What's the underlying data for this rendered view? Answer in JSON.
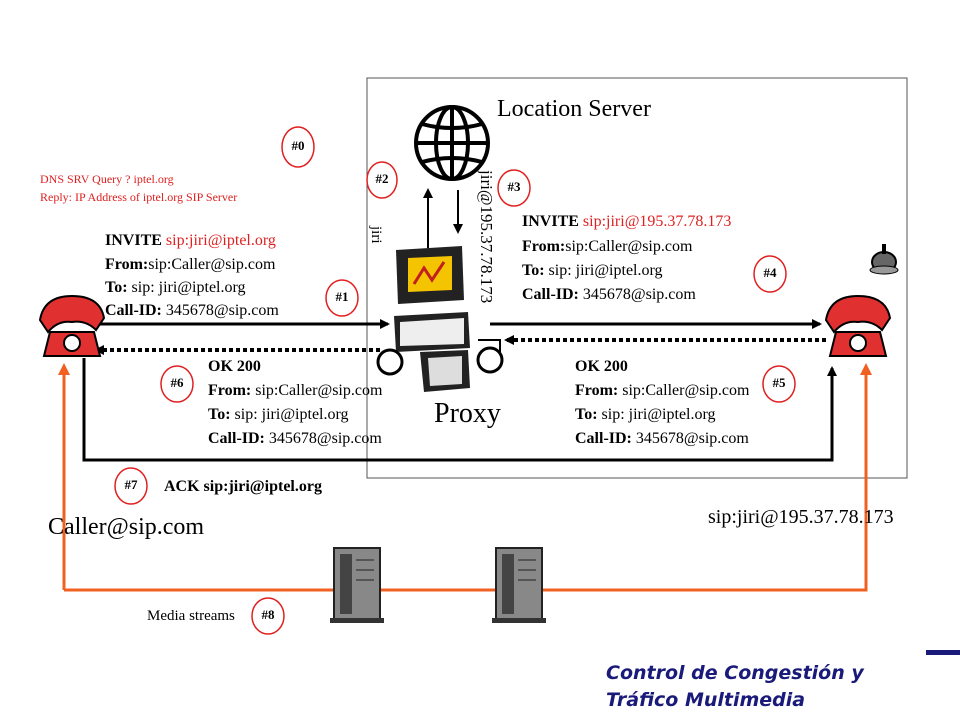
{
  "location_server_label": "Location Server",
  "proxy_label": "Proxy",
  "dns": {
    "query": "DNS SRV Query ? iptel.org",
    "reply": "Reply: IP Address of iptel.org SIP Server"
  },
  "vertical_labels": {
    "jiri": "jiri",
    "contact": "jiri@195.37.78.173"
  },
  "invite1": {
    "keyword": "INVITE",
    "uri": "sip:jiri@iptel.org",
    "from_key": "From:",
    "from_val": "sip:Caller@sip.com",
    "to_key": "To:",
    "to_val": "sip: jiri@iptel.org",
    "callid_key": "Call-ID:",
    "callid_val": "345678@sip.com"
  },
  "invite2": {
    "keyword": "INVITE",
    "uri": "sip:jiri@195.37.78.173",
    "from_key": "From:",
    "from_val": "sip:Caller@sip.com",
    "to_key": "To:",
    "to_val": "sip: jiri@iptel.org",
    "callid_key": "Call-ID:",
    "callid_val": "345678@sip.com"
  },
  "ok_left": {
    "status": "OK 200",
    "from_key": "From:",
    "from_val": "sip:Caller@sip.com",
    "to_key": "To:",
    "to_val": "sip: jiri@iptel.org",
    "callid_key": "Call-ID:",
    "callid_val": "345678@sip.com"
  },
  "ok_right": {
    "status": "OK 200",
    "from_key": "From:",
    "from_val": "sip:Caller@sip.com",
    "to_key": "To:",
    "to_val": "sip: jiri@iptel.org",
    "callid_key": "Call-ID:",
    "callid_val": "345678@sip.com"
  },
  "ack": "ACK sip:jiri@iptel.org",
  "caller_label": "Caller@sip.com",
  "callee_label": "sip:jiri@195.37.78.173",
  "media_label": "Media streams",
  "steps": [
    "#0",
    "#1",
    "#2",
    "#3",
    "#4",
    "#5",
    "#6",
    "#7",
    "#8"
  ],
  "footer": {
    "line1": "Control de Congestión y",
    "line2": "Tráfico Multimedia"
  },
  "colors": {
    "step_circle": "#e02020",
    "media_line": "#f06020",
    "phone": "#e03030",
    "footer_text": "#1a1a7a"
  },
  "icons": [
    "globe-icon",
    "proxy-computer-icon",
    "caller-phone-icon",
    "callee-phone-icon",
    "bell-icon",
    "media-server-icon"
  ]
}
